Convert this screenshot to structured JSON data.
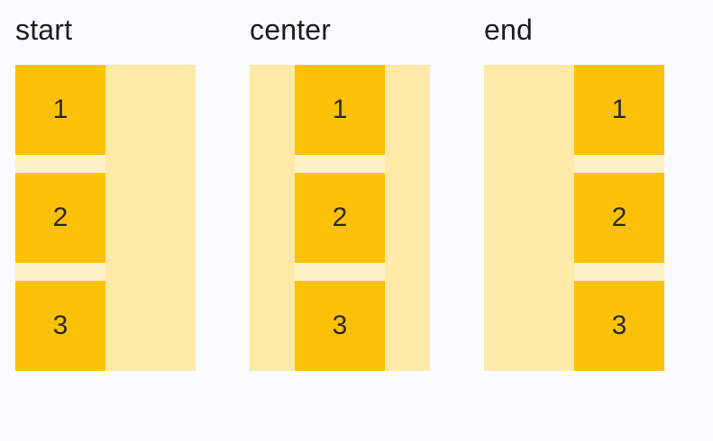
{
  "page": {
    "background_color": "#FBFBFE"
  },
  "colors": {
    "container_background": "#FEE9A8",
    "track_background": "#FDF1C8",
    "item_background": "#FCC106",
    "label_text": "#1C1C1E",
    "item_text": "#2A2A2A"
  },
  "examples": [
    {
      "label": "start",
      "alignment": "start",
      "items": [
        "1",
        "2",
        "3"
      ]
    },
    {
      "label": "center",
      "alignment": "center",
      "items": [
        "1",
        "2",
        "3"
      ]
    },
    {
      "label": "end",
      "alignment": "end",
      "items": [
        "1",
        "2",
        "3"
      ]
    }
  ]
}
